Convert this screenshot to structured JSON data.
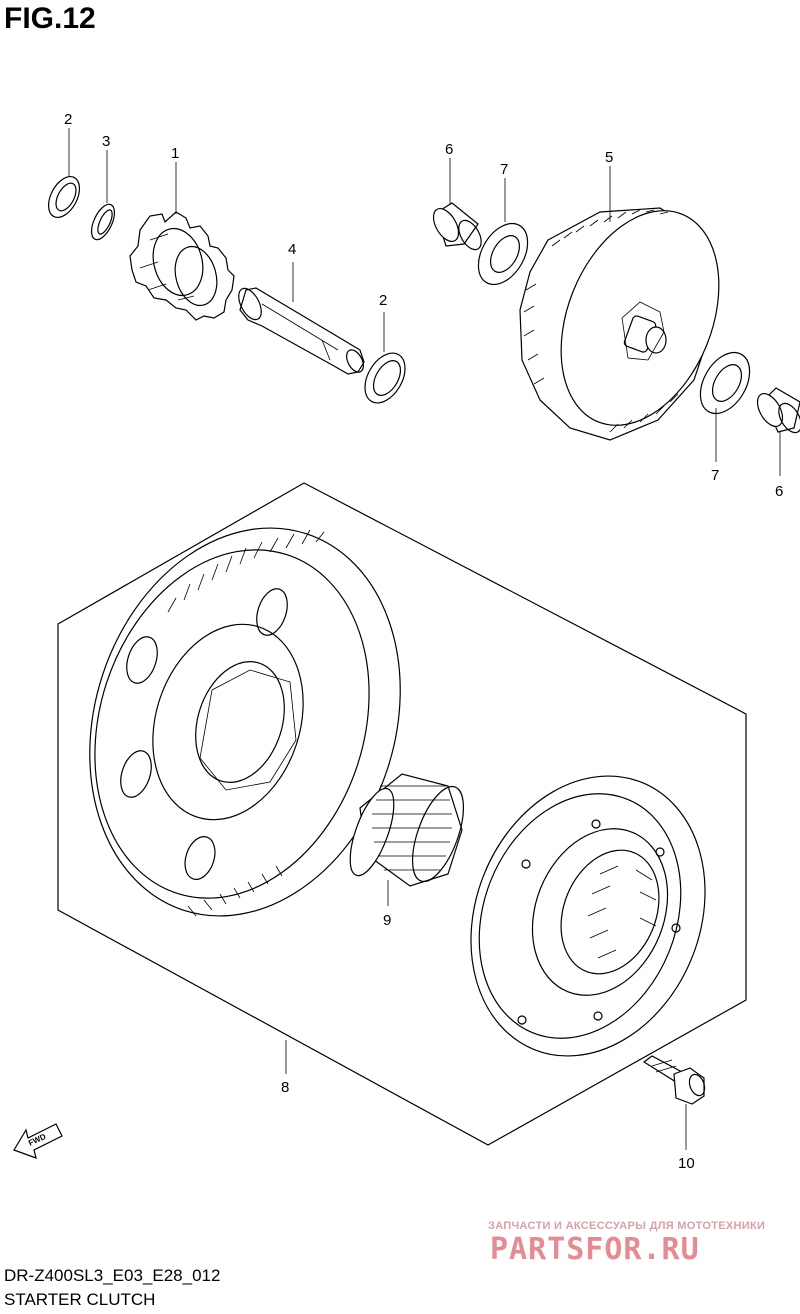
{
  "figure_label": "FIG.12",
  "callouts": {
    "c1": "1",
    "c2a": "2",
    "c2b": "2",
    "c3": "3",
    "c4": "4",
    "c5": "5",
    "c6a": "6",
    "c6b": "6",
    "c7a": "7",
    "c7b": "7",
    "c8": "8",
    "c9": "9",
    "c10": "10"
  },
  "fwd_label": "FWD",
  "model_code": "DR-Z400SL3_E03_E28_012",
  "section_title": "STARTER CLUTCH",
  "watermark": {
    "subtitle": "ЗАПЧАСТИ И АКСЕССУАРЫ ДЛЯ МОТОТЕХНИКИ",
    "brand": "PARTSFOR.RU"
  }
}
